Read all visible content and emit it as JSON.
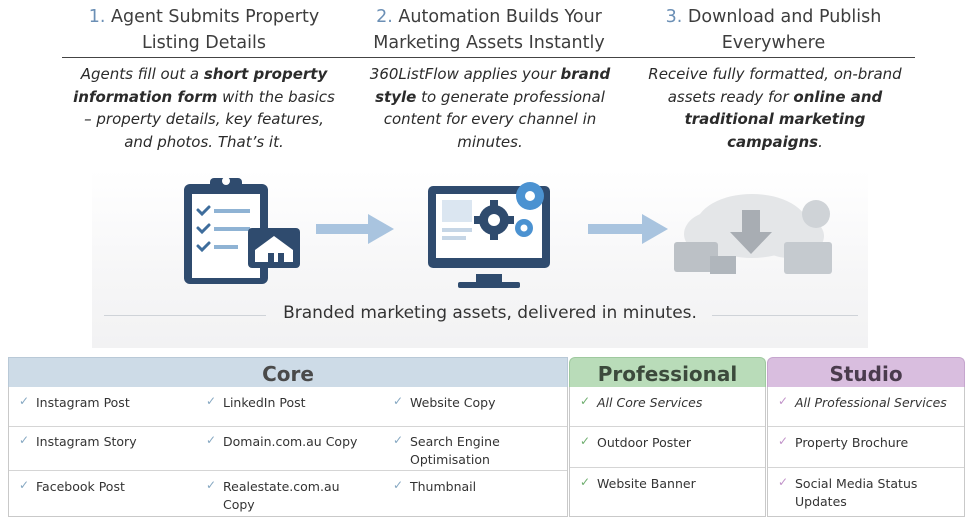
{
  "steps": [
    {
      "num": "1.",
      "title": "Agent Submits Property\nListing Details"
    },
    {
      "num": "2.",
      "title": "Automation Builds Your\nMarketing Assets Instantly"
    },
    {
      "num": "3.",
      "title": "Download and Publish\nEverywhere"
    }
  ],
  "descriptions": {
    "d1": {
      "a": "Agents fill out a ",
      "b": "short property information form",
      "c": " with the basics – property details, key features, and photos. That’s it."
    },
    "d2": {
      "a": "360ListFlow applies your ",
      "b": "brand style",
      "c": " to generate professional content for every channel in minutes."
    },
    "d3": {
      "a": "Receive fully formatted, on-brand assets ready for ",
      "b": "online and traditional marketing campaigns",
      "c": "."
    }
  },
  "tagline": "Branded marketing assets, delivered in minutes.",
  "colors": {
    "core": "#cddbe7",
    "professional": "#b9dcb9",
    "studio": "#d9bedf",
    "step_number": "#6b8fb5"
  },
  "icons": [
    "clipboard-house-icon",
    "arrow-right-icon",
    "monitor-gears-icon",
    "cloud-download-icon"
  ],
  "plans": {
    "core": {
      "name": "Core",
      "features": [
        "Instagram Post",
        "LinkedIn Post",
        "Website Copy",
        "Instagram Story",
        "Domain.com.au Copy",
        "Search Engine Optimisation",
        "Facebook Post",
        "Realestate.com.au Copy",
        "Thumbnail"
      ]
    },
    "professional": {
      "name": "Professional",
      "features": [
        "All Core Services",
        "Outdoor Poster",
        "Website Banner"
      ]
    },
    "studio": {
      "name": "Studio",
      "features": [
        "All Professional Services",
        "Property Brochure",
        "Social Media Status Updates"
      ]
    }
  }
}
